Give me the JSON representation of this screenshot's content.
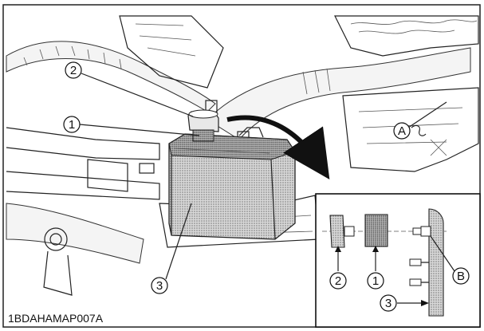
{
  "figure_code": "1BDAHAMAP007A",
  "callouts": {
    "c1": "1",
    "c2": "2",
    "c3": "3",
    "cA": "A",
    "inset_c1": "1",
    "inset_c2": "2",
    "inset_c3": "3",
    "inset_cB": "B"
  },
  "colors": {
    "line": "#222222",
    "tank_fill": "#bdbdbd",
    "background": "#ffffff"
  }
}
